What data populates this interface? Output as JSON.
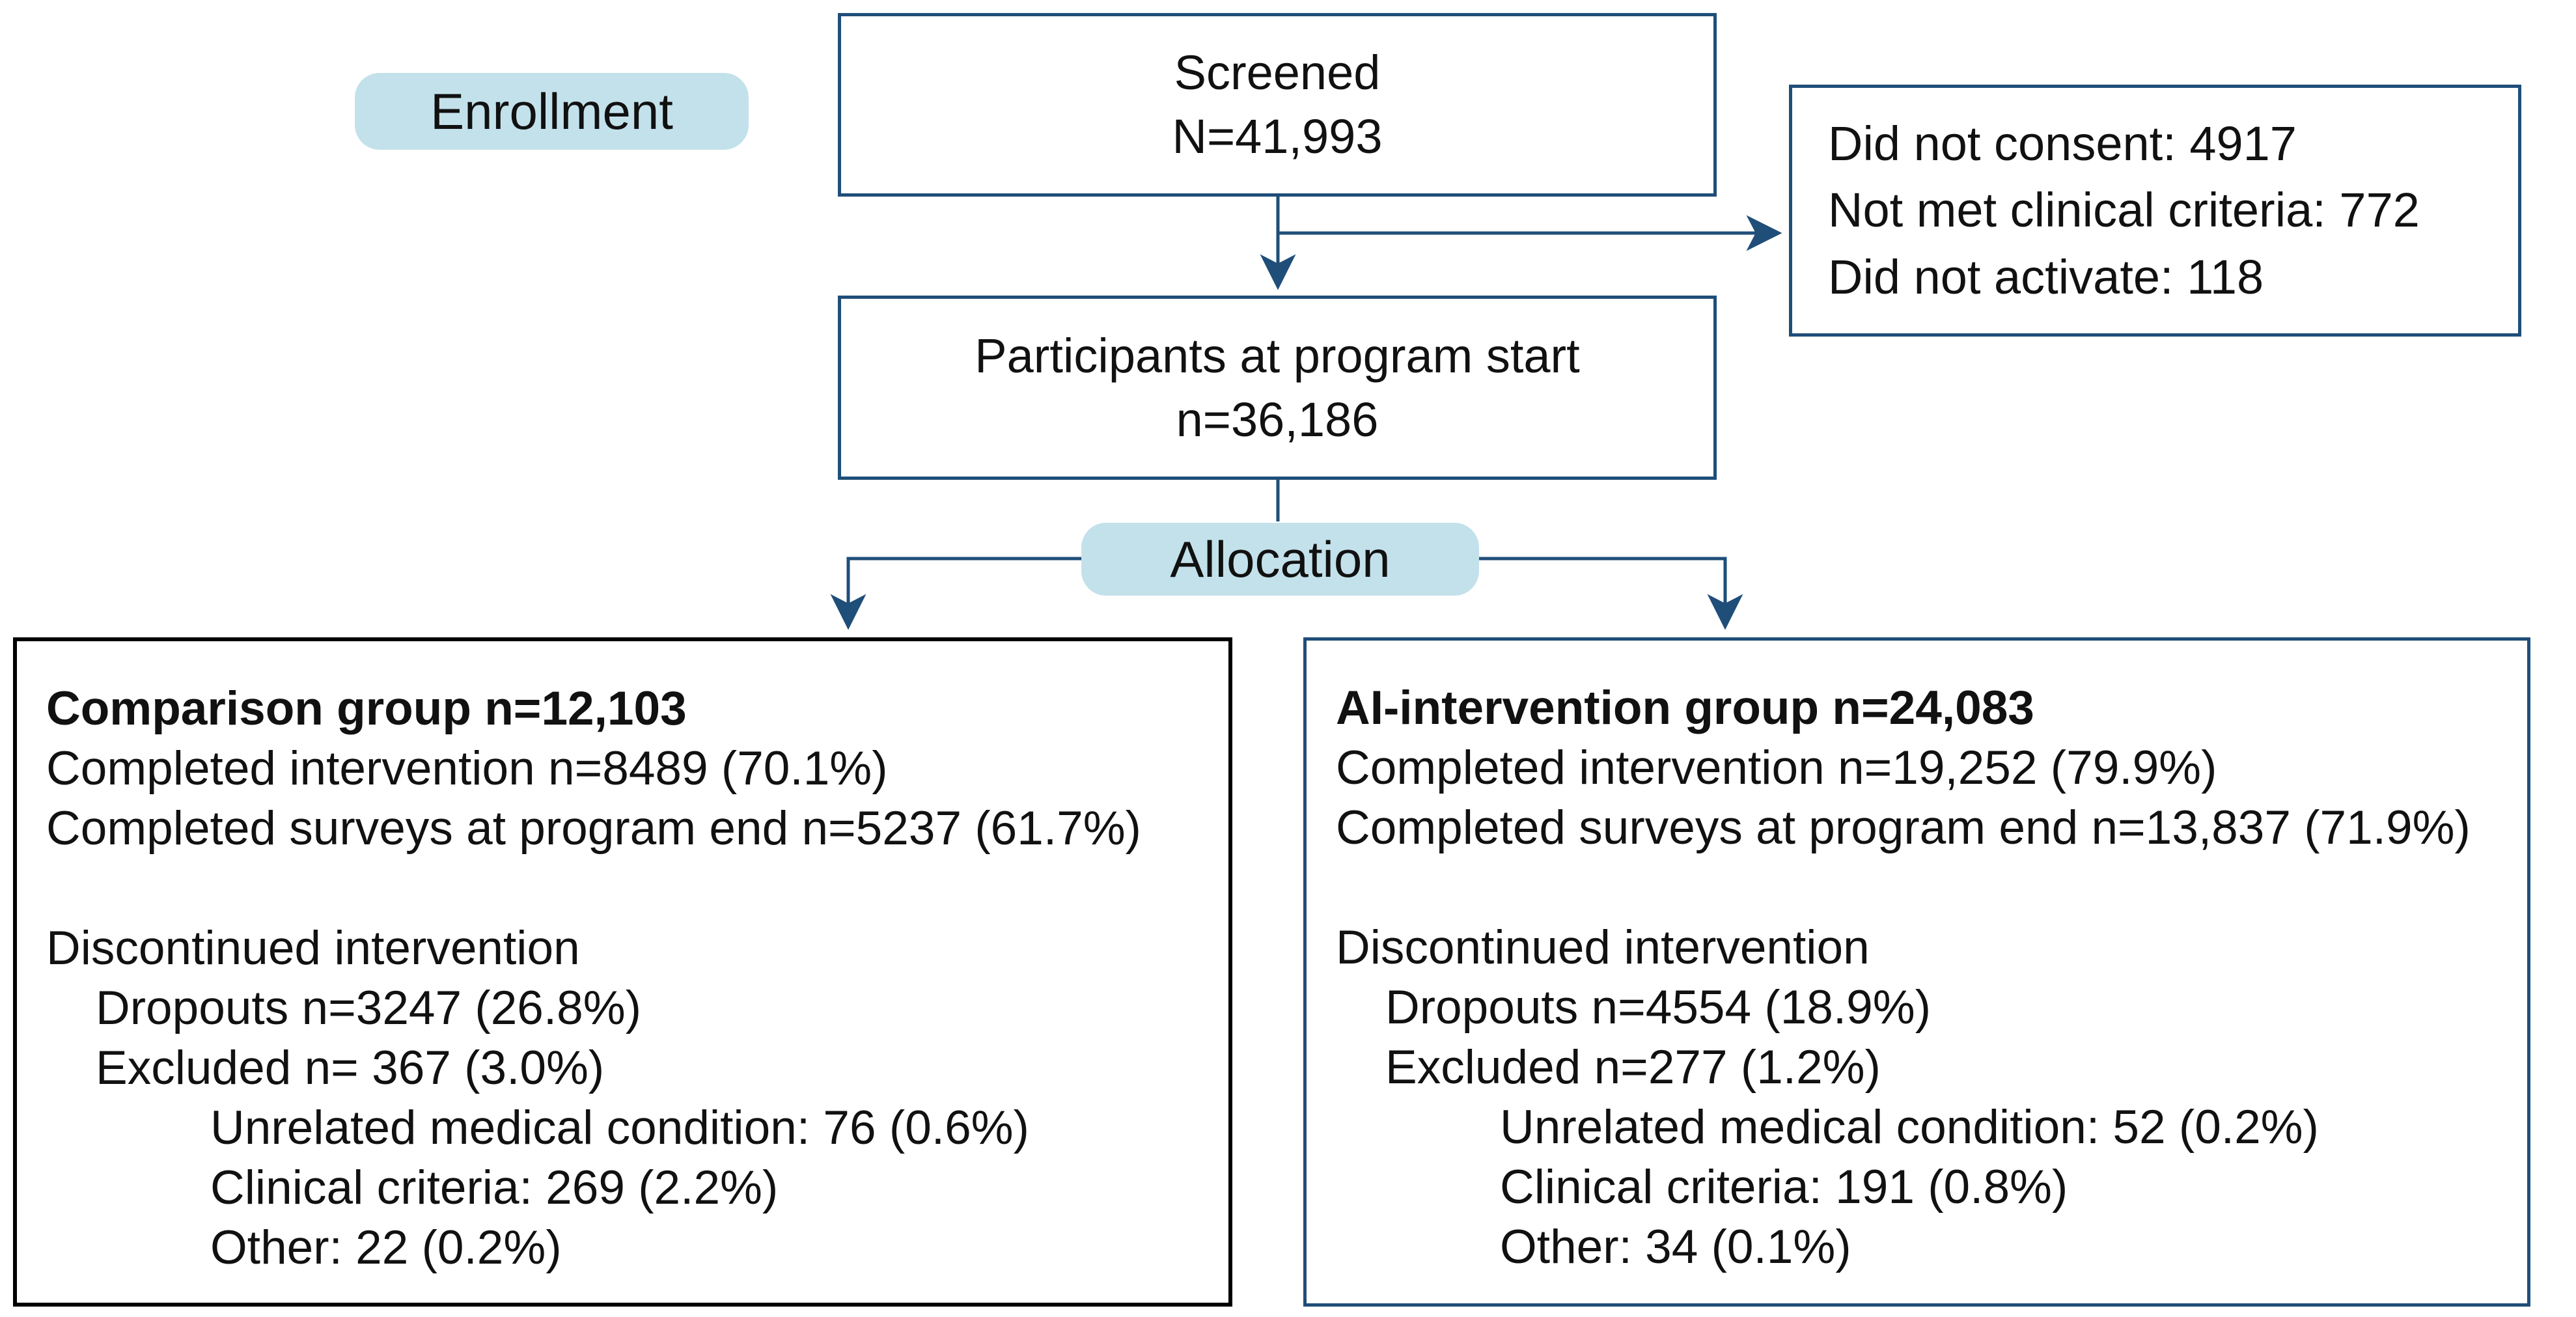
{
  "colors": {
    "navy": "#1f4e79",
    "pill-fill": "#c3e1eb",
    "comparison-border": "#000000",
    "background": "#ffffff"
  },
  "stages": {
    "enrollment": "Enrollment",
    "allocation": "Allocation"
  },
  "screened": {
    "title": "Screened",
    "count": "N=41,993"
  },
  "exclusions": {
    "items": [
      "Did not consent: 4917",
      "Not met clinical criteria: 772",
      "Did not activate: 118"
    ]
  },
  "program_start": {
    "title": "Participants at program start",
    "count": "n=36,186"
  },
  "comparison_group": {
    "title": "Comparison group n=12,103",
    "completed_intervention": "Completed intervention n=8489 (70.1%)",
    "completed_surveys": "Completed surveys at program end n=5237 (61.7%)",
    "discontinued_header": "Discontinued intervention",
    "dropouts": "Dropouts n=3247 (26.8%)",
    "excluded": "Excluded n= 367 (3.0%)",
    "reasons": [
      "Unrelated medical condition: 76 (0.6%)",
      "Clinical criteria: 269 (2.2%)",
      "Other: 22 (0.2%)"
    ]
  },
  "ai_group": {
    "title": "AI-intervention group n=24,083",
    "completed_intervention": "Completed intervention n=19,252 (79.9%)",
    "completed_surveys": "Completed surveys at program end n=13,837 (71.9%)",
    "discontinued_header": "Discontinued intervention",
    "dropouts": "Dropouts n=4554 (18.9%)",
    "excluded": "Excluded n=277 (1.2%)",
    "reasons": [
      "Unrelated medical condition: 52 (0.2%)",
      "Clinical criteria: 191 (0.8%)",
      "Other: 34 (0.1%)"
    ]
  }
}
